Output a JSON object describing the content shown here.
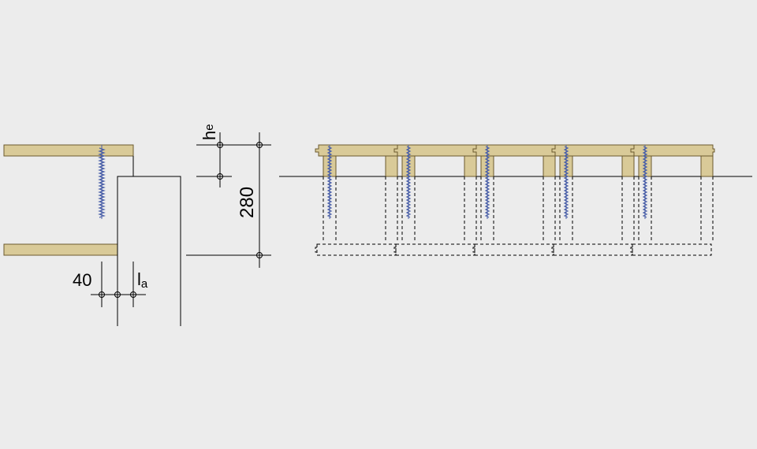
{
  "labels": {
    "dim_280": "280",
    "dim_40": "40",
    "h_symbol": "h",
    "h_subscript": "e",
    "l_symbol": "l",
    "l_subscript": "a"
  },
  "colors": {
    "background": "#ececec",
    "wood_fill": "#d9ca98",
    "wood_stroke": "#6b5a2e",
    "screw": "#4a5fa8",
    "line": "#000000"
  },
  "elevation": {
    "module_count": 5
  }
}
